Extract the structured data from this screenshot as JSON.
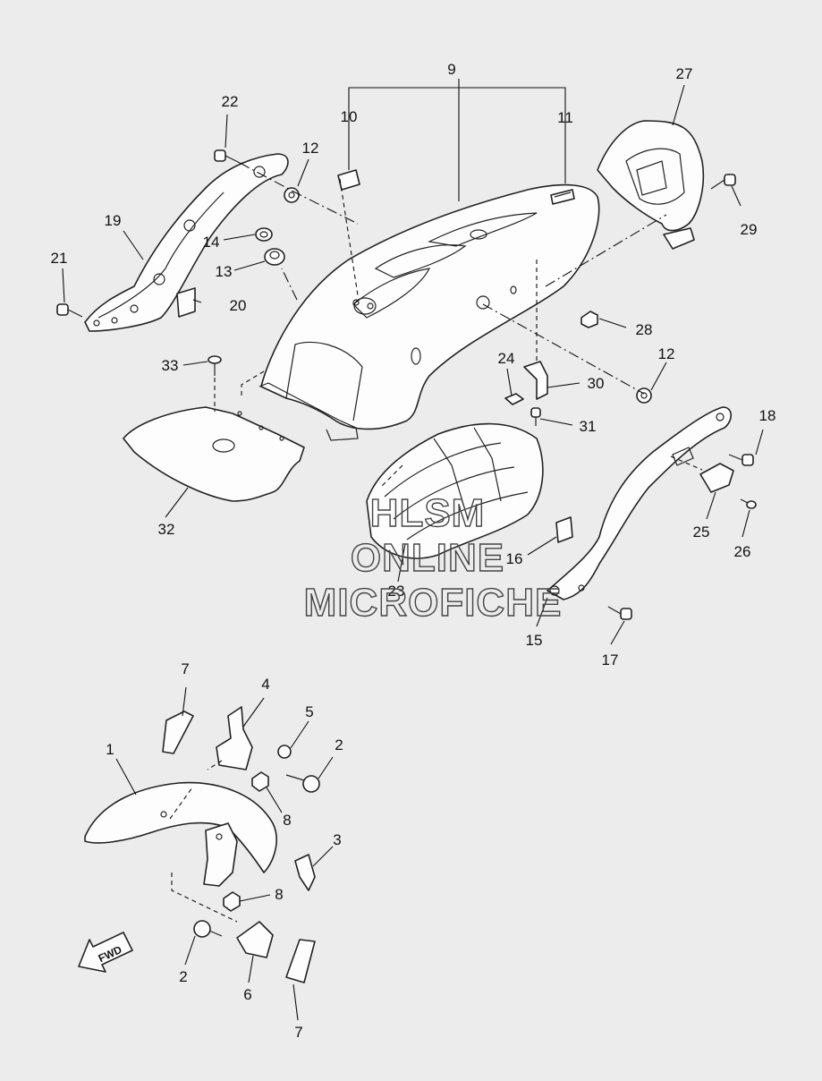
{
  "callouts": [
    "1",
    "2",
    "3",
    "4",
    "5",
    "6",
    "7",
    "8",
    "9",
    "10",
    "11",
    "12",
    "13",
    "14",
    "15",
    "16",
    "17",
    "18",
    "19",
    "20",
    "21",
    "22",
    "23",
    "24",
    "25",
    "26",
    "27",
    "28",
    "29",
    "30",
    "31",
    "32",
    "33"
  ],
  "watermark": {
    "line1": "HLSM",
    "line2": "ONLINE",
    "line3": "MICROFICHE"
  },
  "direction_arrow": {
    "label": "FWD",
    "icon": "fwd-arrow-icon"
  }
}
